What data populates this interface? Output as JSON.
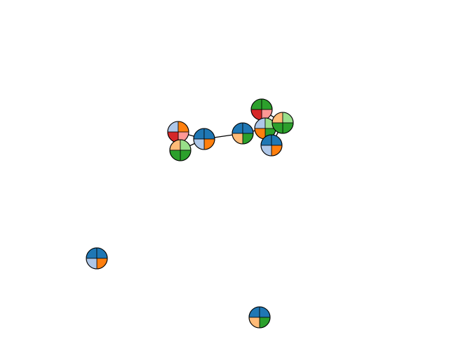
{
  "diagram": {
    "type": "network-graph",
    "node_style": "pie-glyph-4-quadrants",
    "palette": {
      "blue": "#1f77b4",
      "light_blue": "#aec7e8",
      "orange": "#ff7f0e",
      "light_orange": "#ffbb78",
      "green": "#2ca02c",
      "light_green": "#98df8a",
      "red": "#d62728",
      "pink": "#ff9896"
    },
    "nodes": [
      {
        "id": "n1",
        "quadrants": [
          "blue",
          "blue",
          "orange",
          "light_blue"
        ]
      },
      {
        "id": "n2",
        "quadrants": [
          "light_blue",
          "orange",
          "pink",
          "red"
        ]
      },
      {
        "id": "n3",
        "quadrants": [
          "light_orange",
          "light_green",
          "green",
          "green"
        ]
      },
      {
        "id": "n4",
        "quadrants": [
          "blue",
          "blue",
          "green",
          "light_orange"
        ]
      },
      {
        "id": "n5",
        "quadrants": [
          "green",
          "green",
          "pink",
          "red"
        ]
      },
      {
        "id": "n6",
        "quadrants": [
          "light_blue",
          "light_green",
          "green",
          "orange"
        ]
      },
      {
        "id": "n7",
        "quadrants": [
          "light_orange",
          "light_green",
          "green",
          "green"
        ]
      },
      {
        "id": "n8",
        "quadrants": [
          "blue",
          "blue",
          "orange",
          "light_blue"
        ]
      },
      {
        "id": "n9",
        "quadrants": [
          "blue",
          "blue",
          "orange",
          "light_blue"
        ]
      },
      {
        "id": "n10",
        "quadrants": [
          "blue",
          "blue",
          "green",
          "light_orange"
        ]
      }
    ],
    "edges": [
      [
        "n2",
        "n1"
      ],
      [
        "n2",
        "n3"
      ],
      [
        "n3",
        "n1"
      ],
      [
        "n1",
        "n4"
      ],
      [
        "n4",
        "n6"
      ],
      [
        "n6",
        "n5"
      ],
      [
        "n6",
        "n7"
      ],
      [
        "n6",
        "n8"
      ],
      [
        "n5",
        "n7"
      ],
      [
        "n7",
        "n8"
      ],
      [
        "n5",
        "n8"
      ]
    ]
  }
}
